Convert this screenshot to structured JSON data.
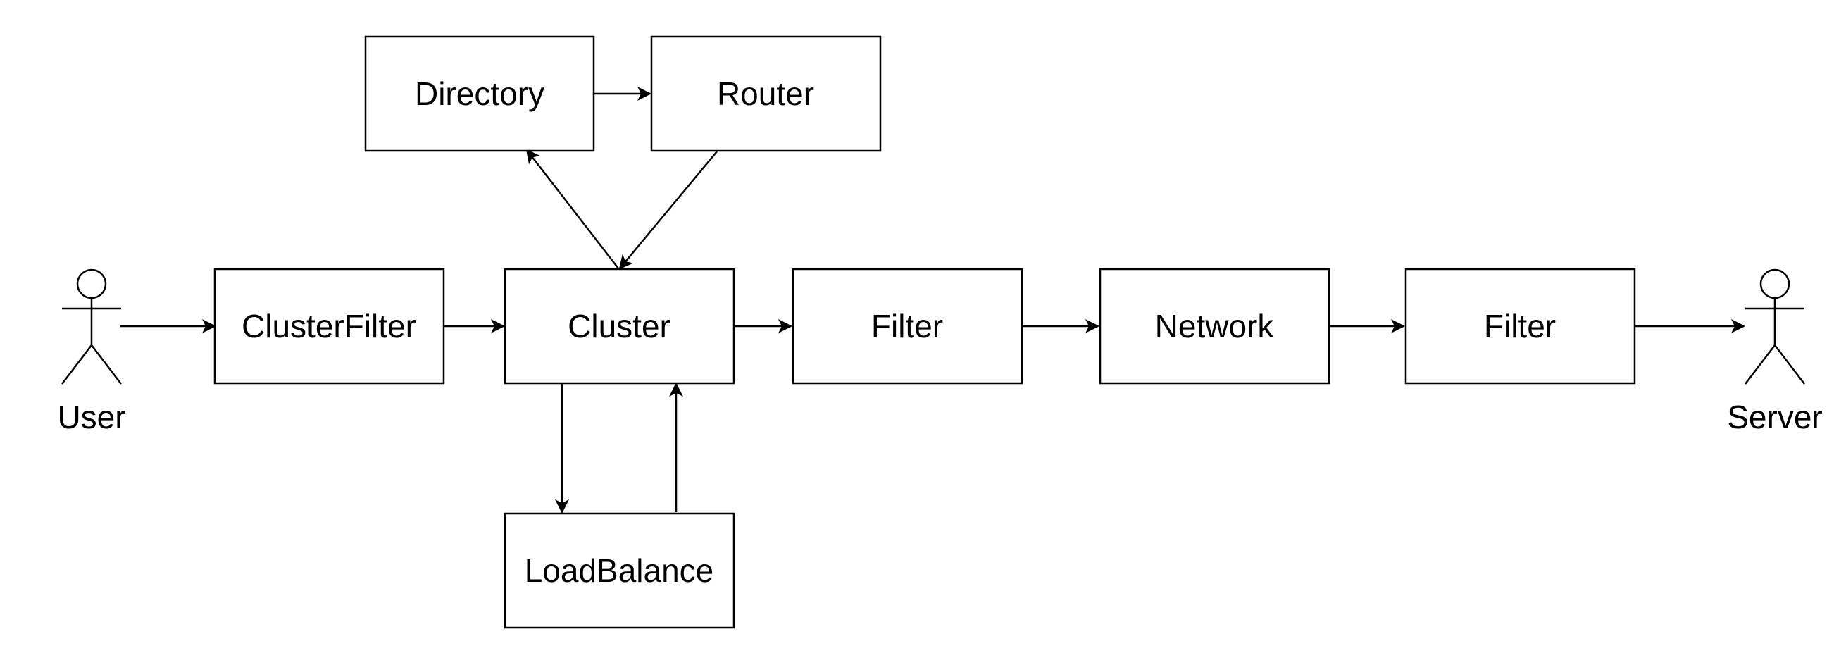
{
  "diagram": {
    "colors": {
      "stroke": "#000000",
      "fill": "#ffffff"
    },
    "nodes": {
      "directory": "Directory",
      "router": "Router",
      "cluster_filter": "ClusterFilter",
      "cluster": "Cluster",
      "filter_1": "Filter",
      "network": "Network",
      "filter_2": "Filter",
      "load_balance": "LoadBalance"
    },
    "actors": {
      "user": "User",
      "server": "Server"
    },
    "edges": [
      {
        "from": "User",
        "to": "ClusterFilter"
      },
      {
        "from": "ClusterFilter",
        "to": "Cluster"
      },
      {
        "from": "Cluster",
        "to": "Directory"
      },
      {
        "from": "Directory",
        "to": "Router"
      },
      {
        "from": "Router",
        "to": "Cluster"
      },
      {
        "from": "Cluster",
        "to": "LoadBalance"
      },
      {
        "from": "LoadBalance",
        "to": "Cluster"
      },
      {
        "from": "Cluster",
        "to": "Filter"
      },
      {
        "from": "Filter",
        "to": "Network"
      },
      {
        "from": "Network",
        "to": "Filter"
      },
      {
        "from": "Filter",
        "to": "Server"
      }
    ]
  }
}
